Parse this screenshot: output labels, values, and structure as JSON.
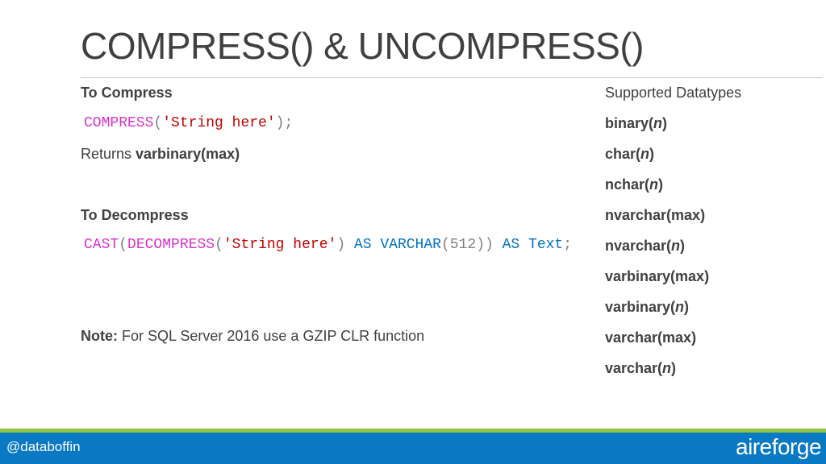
{
  "slide": {
    "title": "COMPRESS() & UNCOMPRESS()"
  },
  "left": {
    "compress_heading": "To Compress",
    "compress_code": {
      "fn": "COMPRESS",
      "open": "(",
      "arg": "'String here'",
      "close": ");"
    },
    "returns_prefix": "Returns ",
    "returns_type": "varbinary(max)",
    "decompress_heading": "To Decompress",
    "decompress_code": {
      "cast": "CAST",
      "open1": "(",
      "fn": "DECOMPRESS",
      "open2": "(",
      "arg": "'String here'",
      "close2": ")",
      "as1": " AS ",
      "type": "VARCHAR",
      "open3": "(",
      "len": "512",
      "close3": "))",
      "as2": " AS ",
      "alias": "Text",
      "semi": ";"
    },
    "note_label": "Note:",
    "note_text": " For SQL Server 2016 use a GZIP CLR function"
  },
  "right": {
    "heading": "Supported Datatypes",
    "types": [
      {
        "name": "binary(",
        "param": "n",
        "end": ")"
      },
      {
        "name": "char(",
        "param": "n",
        "end": ")"
      },
      {
        "name": "nchar(",
        "param": "n",
        "end": ")"
      },
      {
        "name": "nvarchar(max)",
        "param": "",
        "end": ""
      },
      {
        "name": "nvarchar(",
        "param": "n",
        "end": ")"
      },
      {
        "name": "varbinary(max)",
        "param": "",
        "end": ""
      },
      {
        "name": "varbinary(",
        "param": "n",
        "end": ")"
      },
      {
        "name": "varchar(max)",
        "param": "",
        "end": ""
      },
      {
        "name": "varchar(",
        "param": "n",
        "end": ")"
      }
    ]
  },
  "footer": {
    "handle": "@databoffin",
    "brand": "aireforge"
  },
  "colors": {
    "accent_green": "#8dc63f",
    "footer_blue": "#0a79c4",
    "code_function": "#d733c8",
    "code_string": "#c00000",
    "code_keyword": "#0070c0"
  }
}
